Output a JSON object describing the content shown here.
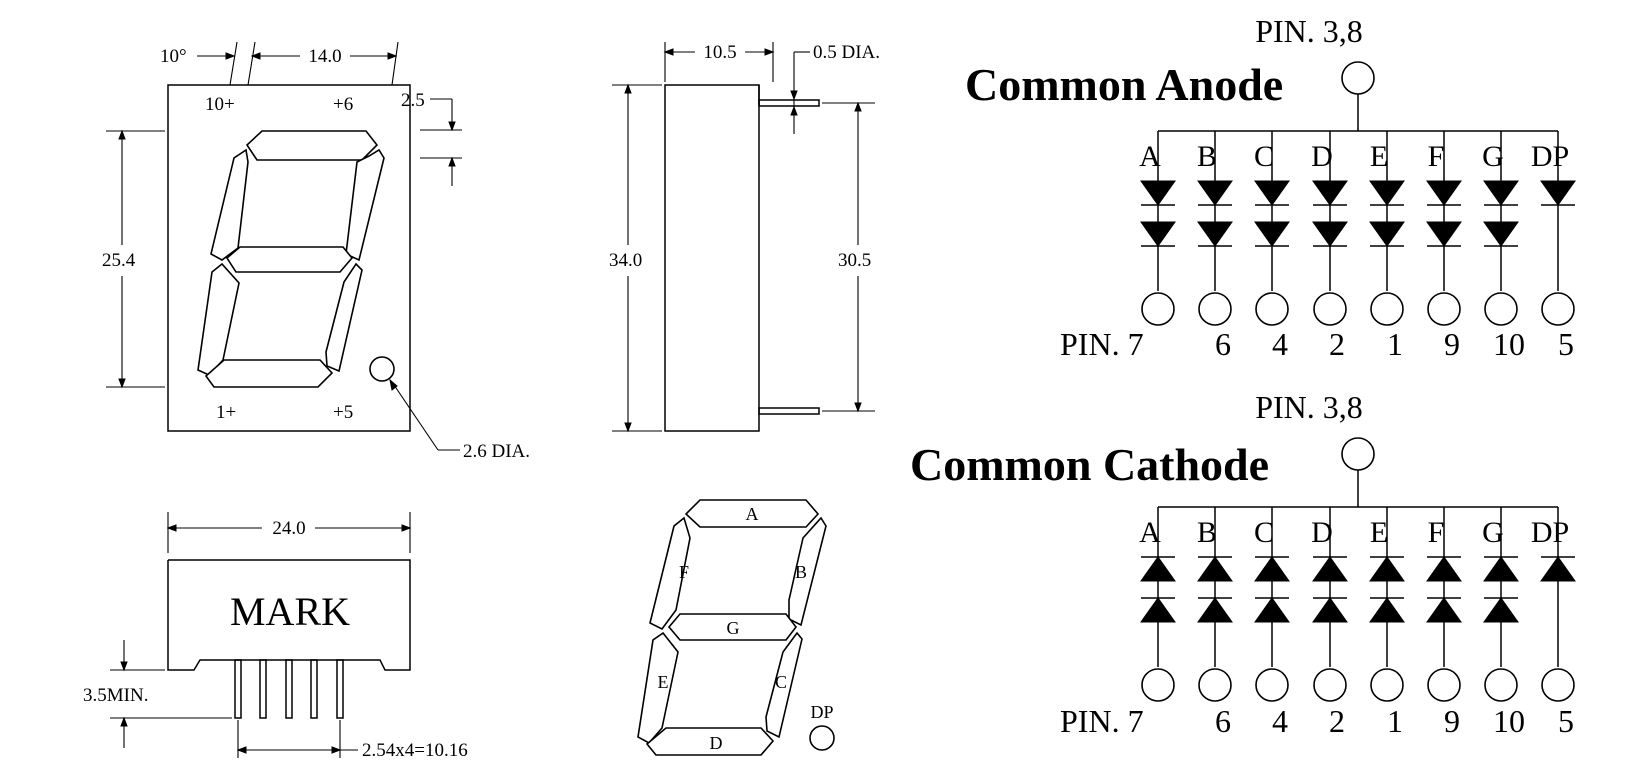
{
  "front_view": {
    "angle": "10°",
    "width": "14.0",
    "pin_top_left": "10+",
    "pin_top_right": "+6",
    "pin_bottom_left": "1+",
    "pin_bottom_right": "+5",
    "offset": "2.5",
    "digit_height": "25.4",
    "dp_dia": "2.6 DIA."
  },
  "side_view": {
    "depth": "10.5",
    "pin_dia": "0.5 DIA.",
    "height": "34.0",
    "pin_span": "30.5"
  },
  "bottom_view": {
    "width": "24.0",
    "mark": "MARK",
    "pin_len": "3.5MIN.",
    "pitch": "2.54x4=10.16"
  },
  "segment_map": {
    "labels": {
      "A": "A",
      "B": "B",
      "C": "C",
      "D": "D",
      "E": "E",
      "F": "F",
      "G": "G",
      "DP": "DP"
    }
  },
  "schematics": [
    {
      "title": "Common Anode",
      "common_pin": "PIN. 3,8",
      "direction": "down",
      "segments": [
        "A",
        "B",
        "C",
        "D",
        "E",
        "F",
        "G",
        "DP"
      ],
      "pins_prefix": "PIN. 7",
      "pins": [
        "6",
        "4",
        "2",
        "1",
        "9",
        "10",
        "5"
      ]
    },
    {
      "title": "Common Cathode",
      "common_pin": "PIN. 3,8",
      "direction": "up",
      "segments": [
        "A",
        "B",
        "C",
        "D",
        "E",
        "F",
        "G",
        "DP"
      ],
      "pins_prefix": "PIN. 7",
      "pins": [
        "6",
        "4",
        "2",
        "1",
        "9",
        "10",
        "5"
      ]
    }
  ]
}
